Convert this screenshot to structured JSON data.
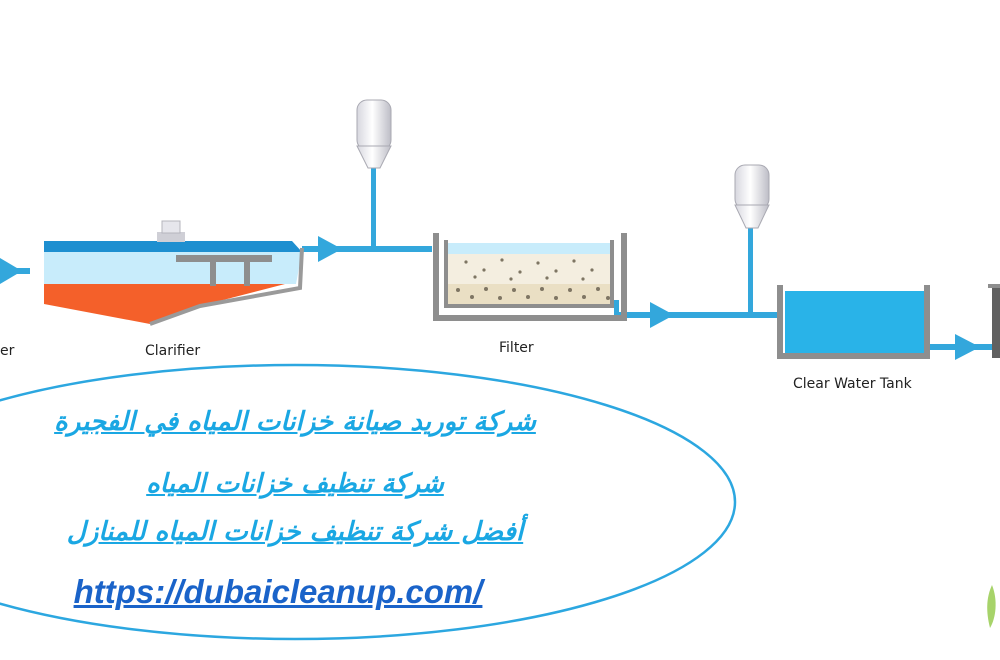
{
  "labels": {
    "feed_partial": "er",
    "clarifier": "Clarifier",
    "filter": "Filter",
    "clear_water_tank": "Clear Water Tank"
  },
  "ad_text": {
    "line1": "شركة توريد صيانة خزانات المياه في الفجيرة",
    "line2": "شركة تنظيف خزانات المياه",
    "line3": "أفضل شركة تنظيف خزانات المياه للمنازل",
    "url": "https://dubaicleanup.com/"
  },
  "colors": {
    "pipe": "#33a7dc",
    "water_light": "#c8ecfb",
    "tank_water": "#29b3e8",
    "sludge": "#f4602a",
    "frame": "#8e8e8e",
    "arabic_text": "#1aa7e3",
    "url_text": "#1a63c9",
    "ellipse": "#2ca7e0"
  }
}
